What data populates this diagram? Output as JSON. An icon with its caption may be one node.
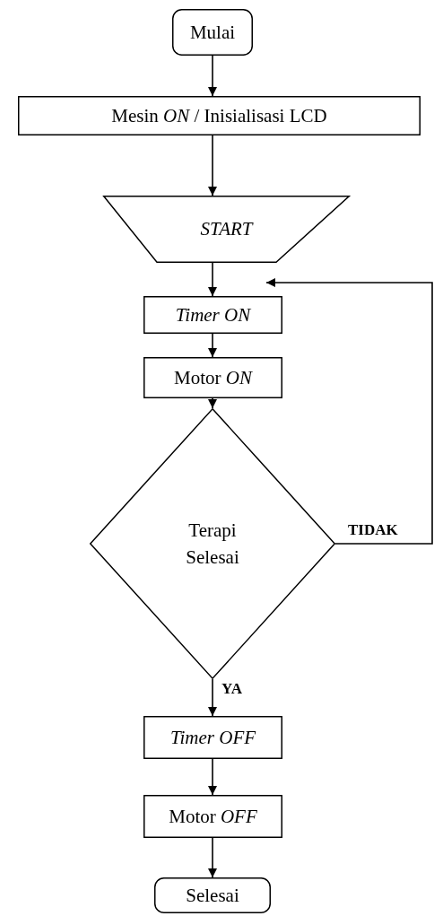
{
  "diagram": {
    "nodes": [
      {
        "text": [
          "Mulai"
        ]
      },
      {
        "text": [
          "Mesin *ON* / Inisialisasi LCD"
        ]
      },
      {
        "text": [
          "START"
        ]
      },
      {
        "text": [
          "Timer ON"
        ]
      },
      {
        "text": [
          "Motor *ON*"
        ]
      },
      {
        "text": [
          "Terapi Selesai"
        ]
      },
      {
        "text": [
          "Timer OFF"
        ]
      },
      {
        "text": [
          "Motor *OFF*"
        ]
      },
      {
        "text": [
          "Selesai"
        ]
      }
    ],
    "edges": [
      {
        "from": 0,
        "to": 1,
        "arrow": "to"
      },
      {
        "from": 1,
        "to": 2,
        "arrow": "to"
      },
      {
        "from": 2,
        "to": 3,
        "arrow": "to"
      },
      {
        "from": 3,
        "to": 4,
        "arrow": "to"
      },
      {
        "from": 4,
        "to": 5,
        "arrow": "to"
      },
      {
        "from": 5,
        "to": 6,
        "arrow": "to",
        "label": "YA"
      },
      {
        "from": 6,
        "to": 7,
        "arrow": "to"
      },
      {
        "from": 7,
        "to": 8,
        "arrow": "to"
      },
      {
        "from": 5,
        "to": 3,
        "arrow": "to",
        "label": "TIDAK"
      }
    ]
  }
}
